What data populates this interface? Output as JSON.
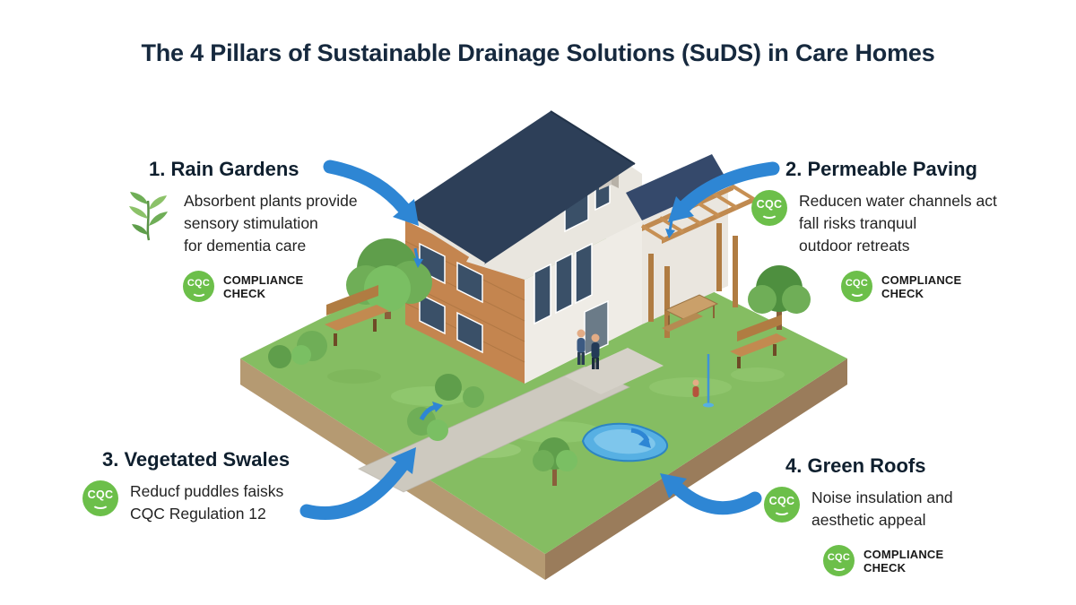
{
  "title": "The 4 Pillars of Sustainable Drainage Solutions (SuDS) in Care Homes",
  "badge_label": "CQC",
  "compliance_label": {
    "line1": "COMPLIANCE",
    "line2": "CHECK"
  },
  "pillars": [
    {
      "heading": "1. Rain Gardens",
      "lines": [
        "Absorbent plants provide",
        "sensory stimulation",
        "for dementia care"
      ]
    },
    {
      "heading": "2. Permeable Paving",
      "lines": [
        "Reducen water channels act",
        "fall risks tranquul",
        "outdoor retreats"
      ]
    },
    {
      "heading": "3. Vegetated Swales",
      "lines": [
        "Reducf puddles faisks",
        "CQC Regulation 12"
      ]
    },
    {
      "heading": "4. Green Roofs",
      "lines": [
        "Noise insulation and",
        "aesthetic appeal"
      ]
    }
  ],
  "colors": {
    "arrow_blue": "#2e86d4",
    "cqc_green": "#6cbf4a",
    "heading_navy": "#16293e",
    "lawn_green": "#85bd62",
    "roof_navy": "#2d3f58",
    "wood": "#c4854f"
  }
}
